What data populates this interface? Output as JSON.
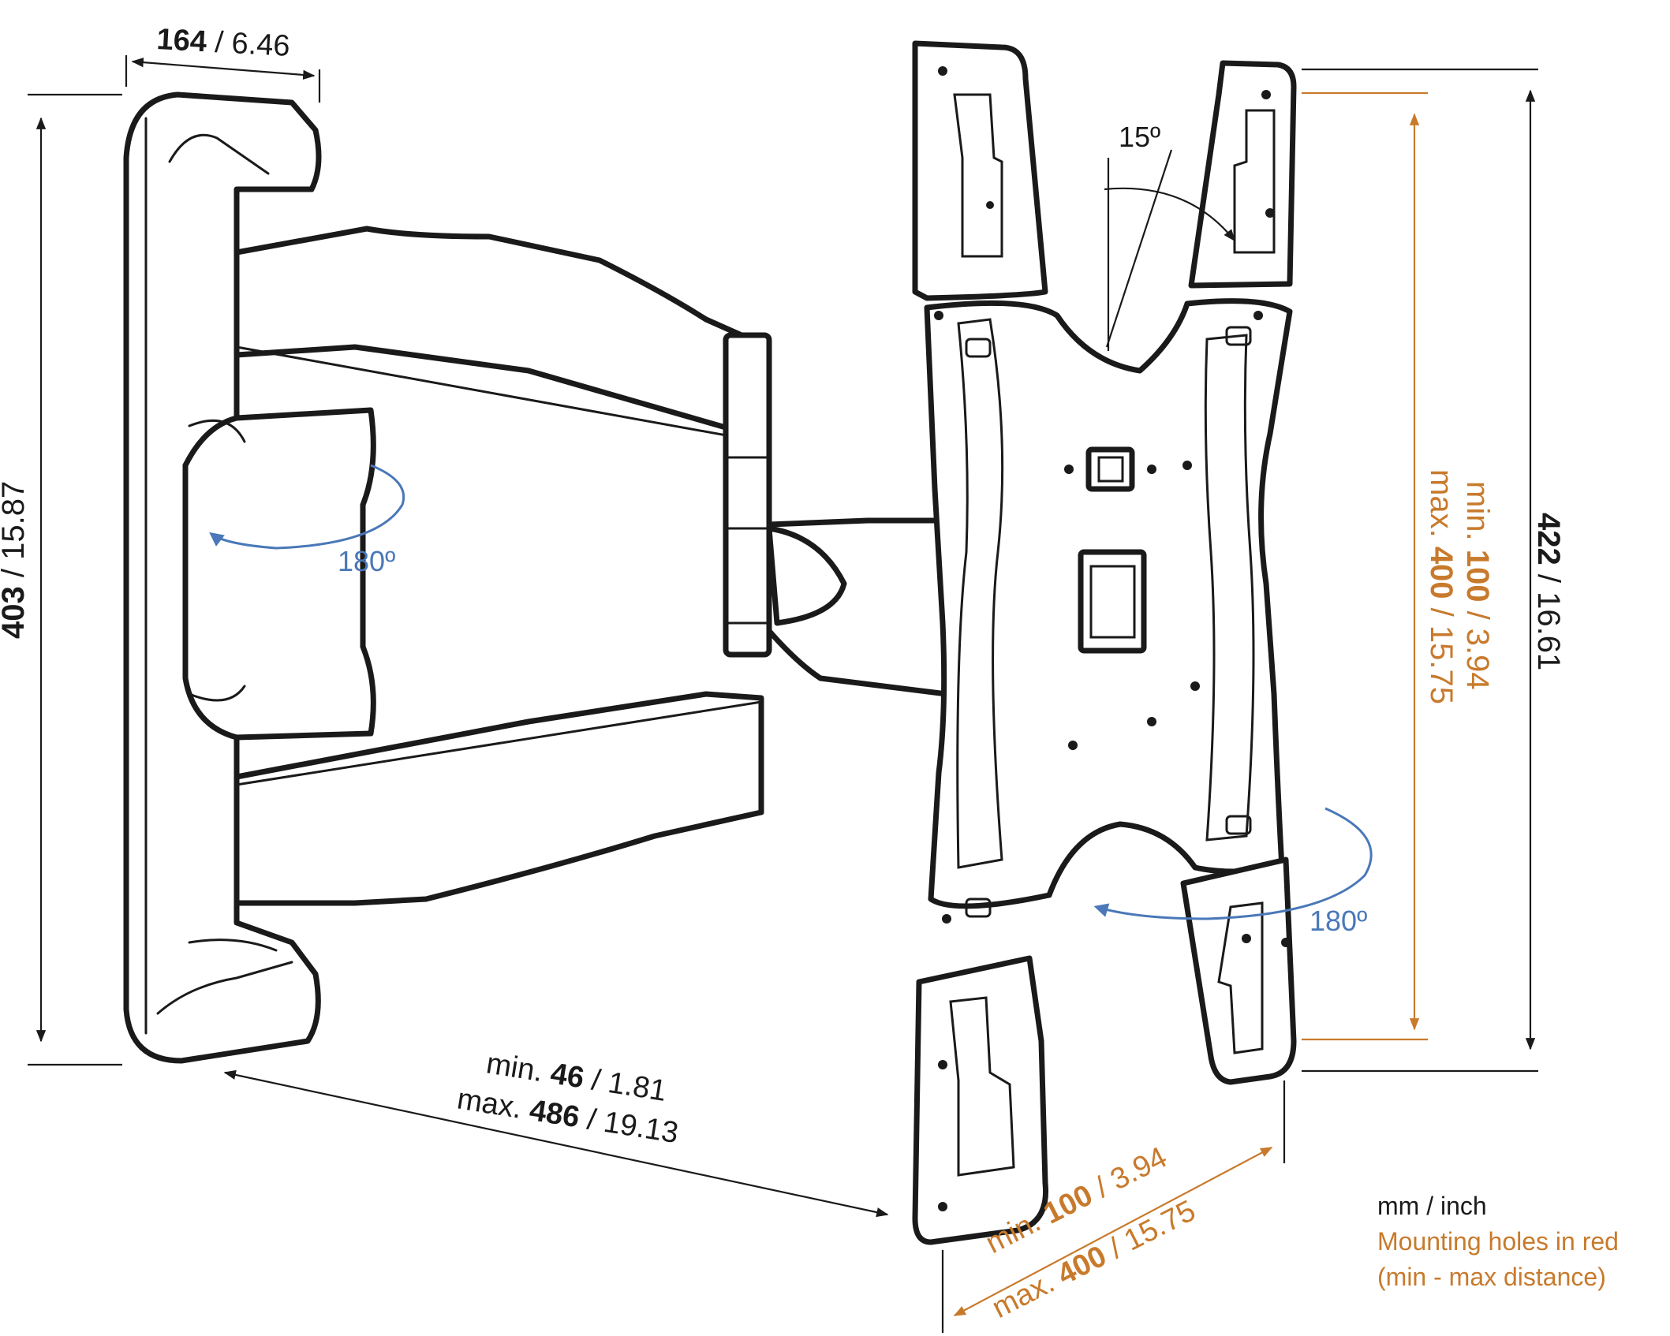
{
  "dimensions": {
    "top_width": {
      "mm": "164",
      "inch": "6.46"
    },
    "wall_height": {
      "mm": "403",
      "inch": "15.87"
    },
    "plate_height": {
      "mm": "422",
      "inch": "16.61"
    },
    "vesa_vertical": {
      "min_label": "min.",
      "min_mm": "100",
      "min_inch": "3.94",
      "max_label": "max.",
      "max_mm": "400",
      "max_inch": "15.75"
    },
    "vesa_horizontal": {
      "min_label": "min.",
      "min_mm": "100",
      "min_inch": "3.94",
      "max_label": "max.",
      "max_mm": "400",
      "max_inch": "15.75"
    },
    "depth": {
      "min_label": "min.",
      "min_mm": "46",
      "min_inch": "1.81",
      "max_label": "max.",
      "max_mm": "486",
      "max_inch": "19.13"
    }
  },
  "angles": {
    "tilt": "15º",
    "swivel_arm": "180º",
    "swivel_plate": "180º"
  },
  "legend": {
    "units": "mm / inch",
    "note_line1": "Mounting holes in red",
    "note_line2": "(min - max distance)"
  },
  "colors": {
    "line": "#1a1a1a",
    "accent_orange": "#c87a2c",
    "rotation_blue": "#4a78b8"
  }
}
